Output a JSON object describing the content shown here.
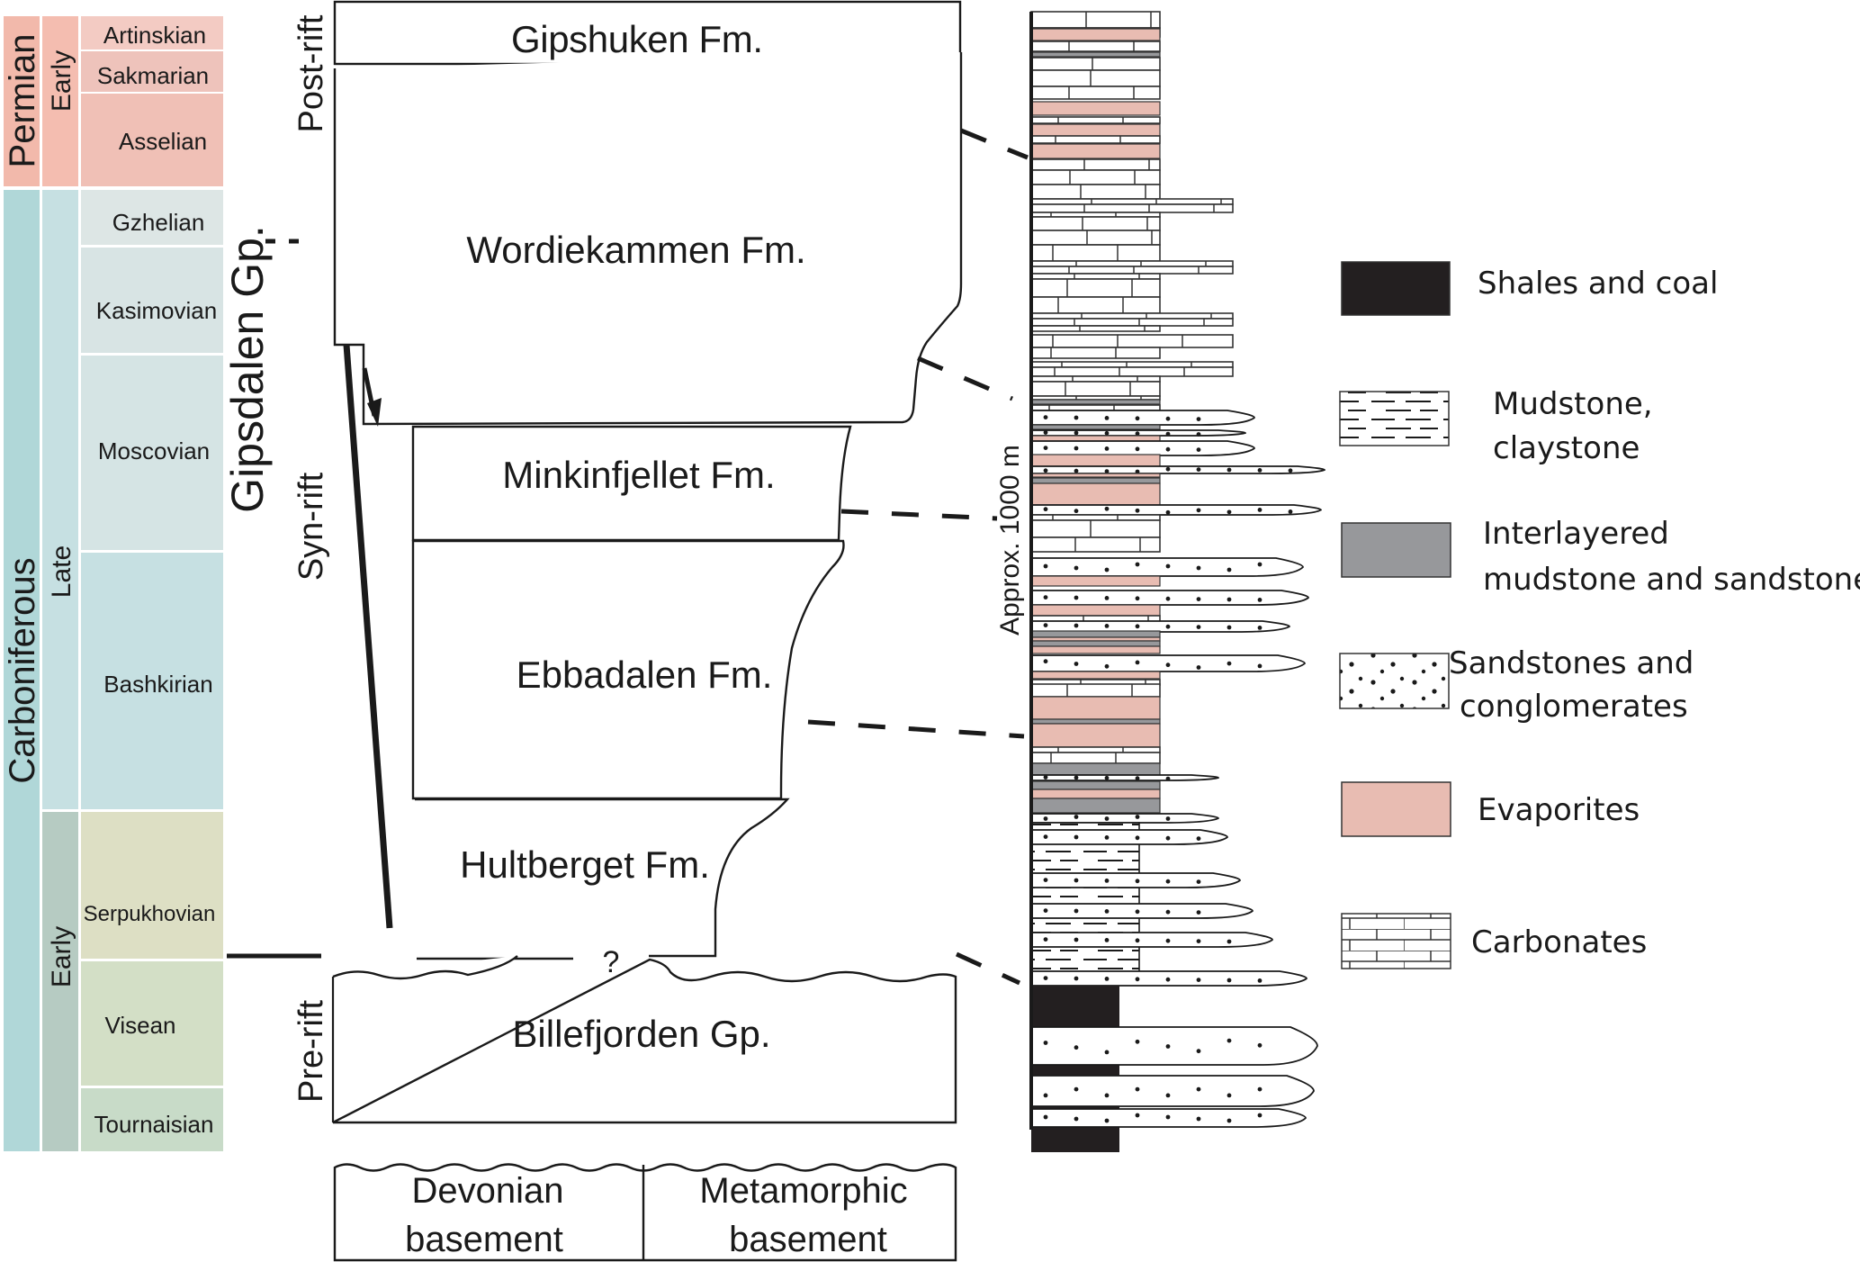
{
  "chronostratigraphy": {
    "periods": [
      {
        "name": "Permian",
        "color": "#f2b9ab"
      },
      {
        "name": "Carboniferous",
        "color": "#b0d7d8"
      }
    ],
    "epochs": [
      {
        "name": "Early",
        "period": "Permian",
        "color": "#f4bdb0"
      },
      {
        "name": "Late",
        "period": "Carboniferous",
        "color": "#c6e0e2"
      },
      {
        "name": "Early",
        "period": "Carboniferous",
        "color": "#b6cbc2"
      }
    ],
    "stages": [
      {
        "name": "Artinskian",
        "color": "#f3cbc3"
      },
      {
        "name": "Sakmarian",
        "color": "#eec3bb"
      },
      {
        "name": "Asselian",
        "color": "#f0c0b6"
      },
      {
        "name": "Gzhelian",
        "color": "#dde6e5"
      },
      {
        "name": "Kasimovian",
        "color": "#d8e4e4"
      },
      {
        "name": "Moscovian",
        "color": "#d5e4e4"
      },
      {
        "name": "Bashkirian",
        "color": "#c6e0e2"
      },
      {
        "name": "Serpukhovian",
        "color": "#dddfc4"
      },
      {
        "name": "Visean",
        "color": "#d3dfc6"
      },
      {
        "name": "Tournaisian",
        "color": "#c8dbc8"
      }
    ]
  },
  "group_labels": {
    "gipsdalen": "Gipsdalen Gp.",
    "post_rift": "Post-rift",
    "syn_rift": "Syn-rift",
    "pre_rift": "Pre-rift"
  },
  "formations": [
    {
      "name": "Gipshuken Fm."
    },
    {
      "name": "Wordiekammen Fm."
    },
    {
      "name": "Minkinfjellet Fm."
    },
    {
      "name": "Ebbadalen Fm."
    },
    {
      "name": "Hultberget Fm."
    },
    {
      "name": "Billefjorden Gp."
    }
  ],
  "unknown_marker": "?",
  "basement": [
    {
      "line1": "Devonian",
      "line2": "basement"
    },
    {
      "line1": "Metamorphic",
      "line2": "basement"
    }
  ],
  "log": {
    "thickness_label": "Approx. 1000 m"
  },
  "legend": [
    {
      "id": "shale",
      "line1": "Shales and coal",
      "line2": "",
      "color": "#231f20"
    },
    {
      "id": "mudstone",
      "line1": "Mudstone,",
      "line2": "claystone",
      "color": "#ffffff"
    },
    {
      "id": "interlayered",
      "line1": "Interlayered",
      "line2": "mudstone and sandstone",
      "color": "#97989b"
    },
    {
      "id": "sandstone",
      "line1": "Sandstones and",
      "line2": "conglomerates",
      "color": "#ffffff"
    },
    {
      "id": "evaporites",
      "line1": "Evaporites",
      "line2": "",
      "color": "#e8bcb2"
    },
    {
      "id": "carbonates",
      "line1": "Carbonates",
      "line2": "",
      "color": "#ffffff"
    }
  ]
}
